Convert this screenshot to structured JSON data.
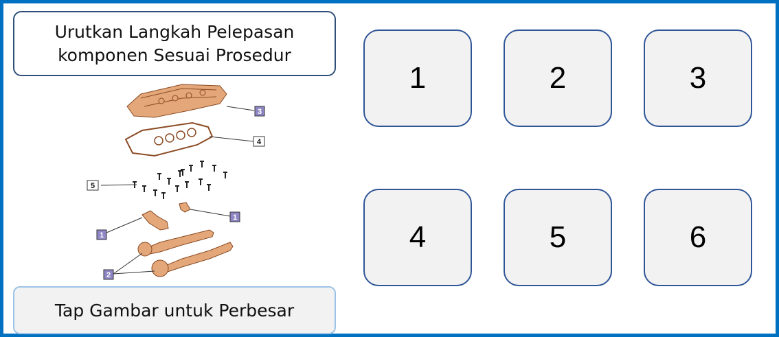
{
  "title": {
    "line1": "Urutkan Langkah Pelepasan",
    "line2": "komponen Sesuai Prosedur"
  },
  "tap_button": {
    "label": "Tap Gambar untuk Perbesar"
  },
  "diagram": {
    "labels": {
      "cover": "3",
      "gasket": "4",
      "bolts": "5",
      "cap_left": "1",
      "cap_right": "1",
      "camshafts": "2"
    }
  },
  "answer_slots": [
    "1",
    "2",
    "3",
    "4",
    "5",
    "6"
  ],
  "colors": {
    "frame": "#0070C0",
    "slot_border": "#2F5597",
    "slot_fill": "#F2F2F2",
    "part_fill": "#E3A77A",
    "part_stroke": "#8A4A22",
    "callout_fill": "#8E86C4"
  }
}
